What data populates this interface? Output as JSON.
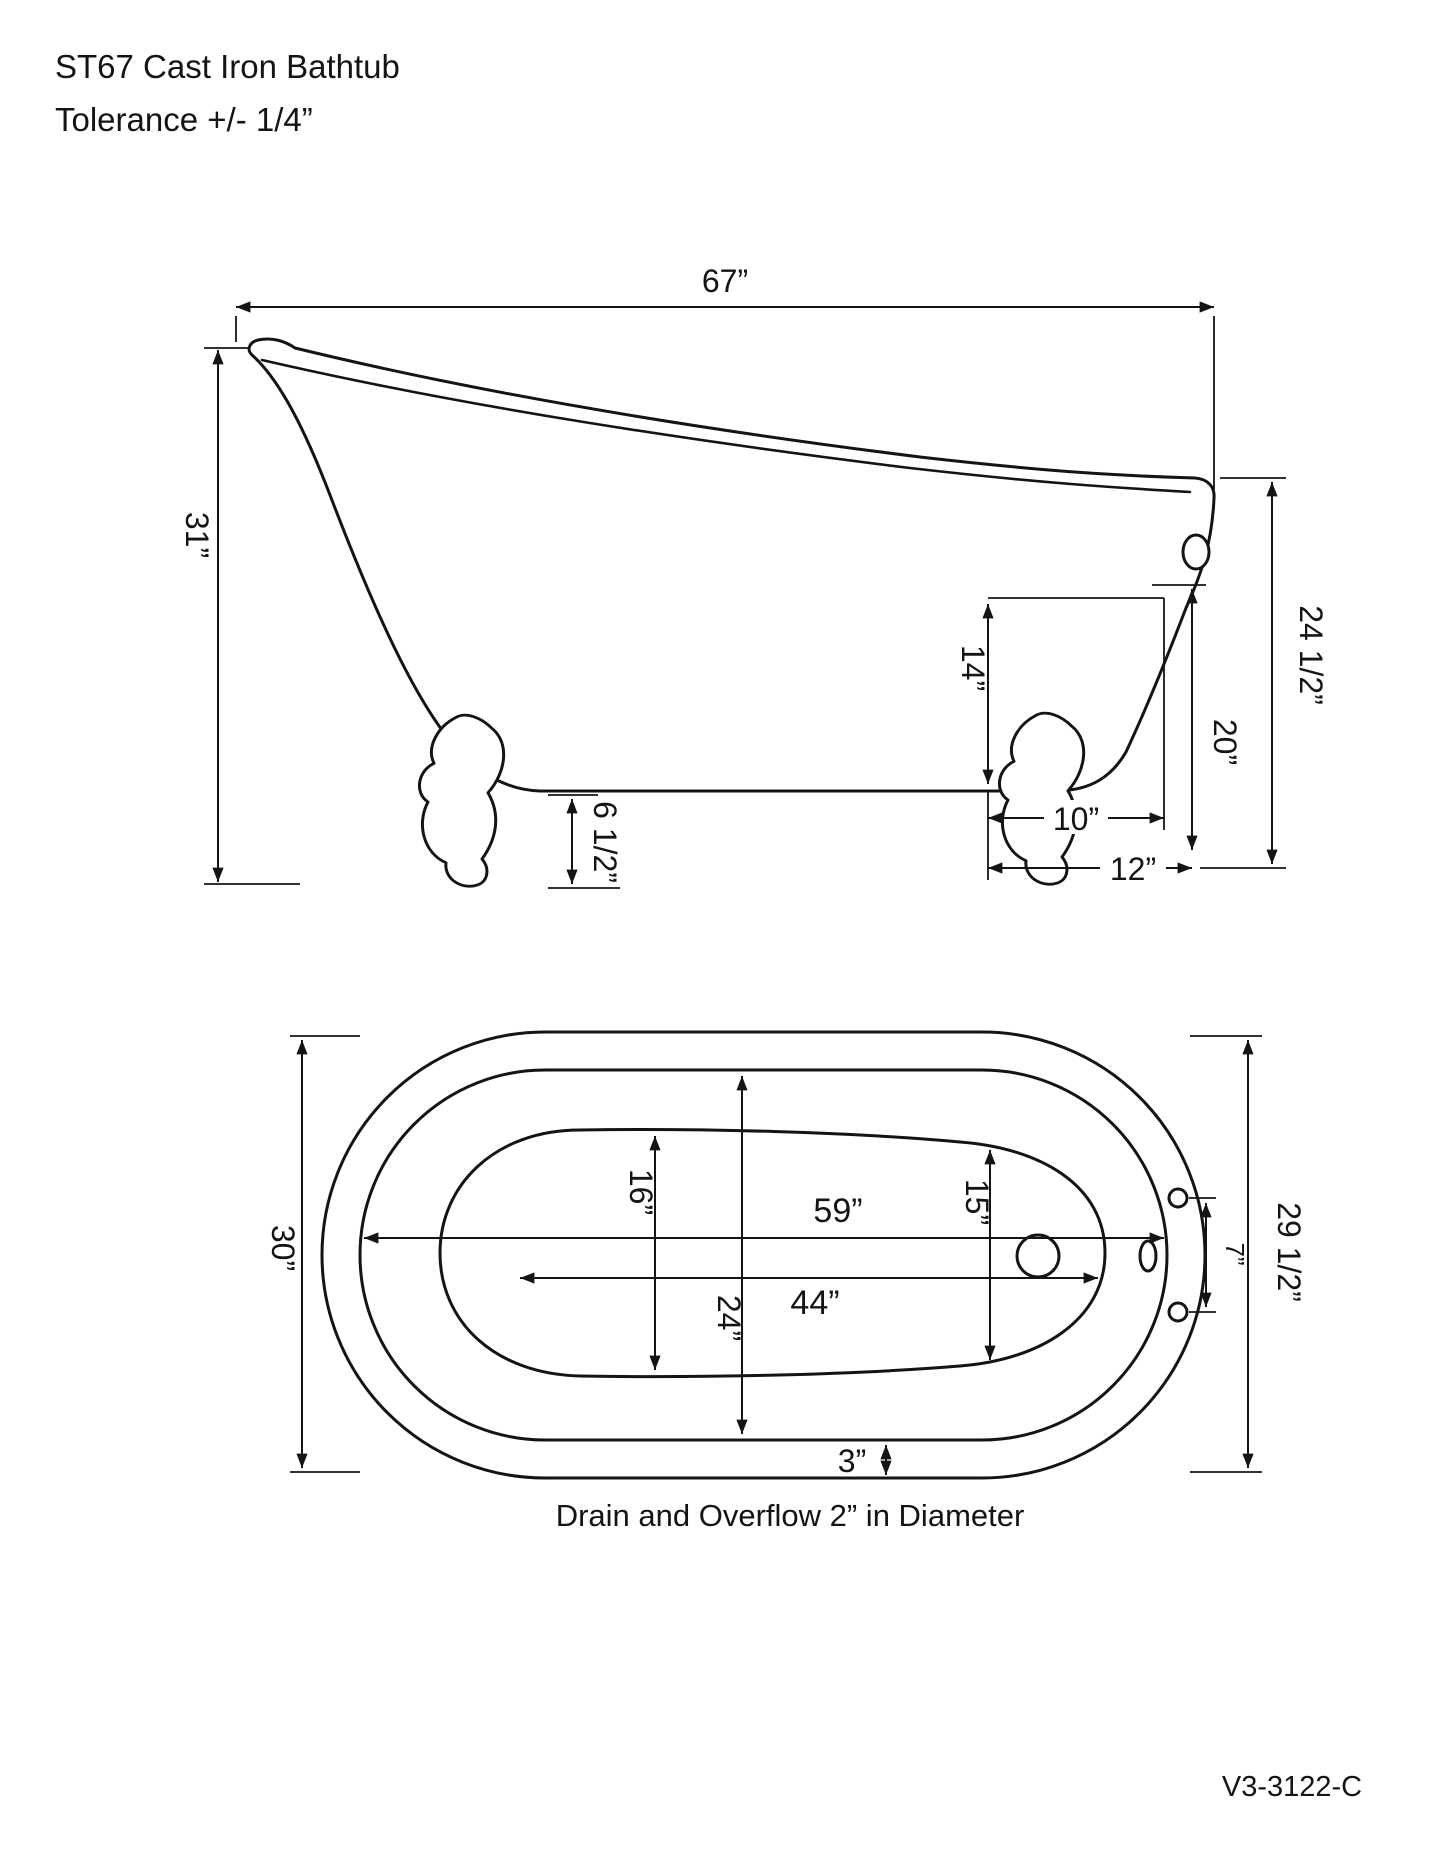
{
  "header": {
    "title": "ST67 Cast Iron Bathtub",
    "tolerance": "Tolerance +/- 1/4”"
  },
  "side_view": {
    "dims": {
      "overall_length": "67”",
      "overall_height": "31”",
      "rim_height": "24 1/2”",
      "interior_depth": "14”",
      "rim_to_floor": "20”",
      "drain_to_end": "10”",
      "foot_to_end": "12”",
      "ground_clearance": "6 1/2”"
    }
  },
  "top_view": {
    "dims": {
      "overall_width_left": "30”",
      "overall_width_right": "29 1/2”",
      "rim_interior_length": "59”",
      "basin_length": "44”",
      "basin_width_left": "16”",
      "interior_width": "24”",
      "basin_width_right": "15”",
      "faucet_hole_spacing": "7”",
      "rim_width": "3”"
    },
    "caption": "Drain and Overflow 2” in Diameter"
  },
  "footer": {
    "drawing_number": "V3-3122-C"
  }
}
